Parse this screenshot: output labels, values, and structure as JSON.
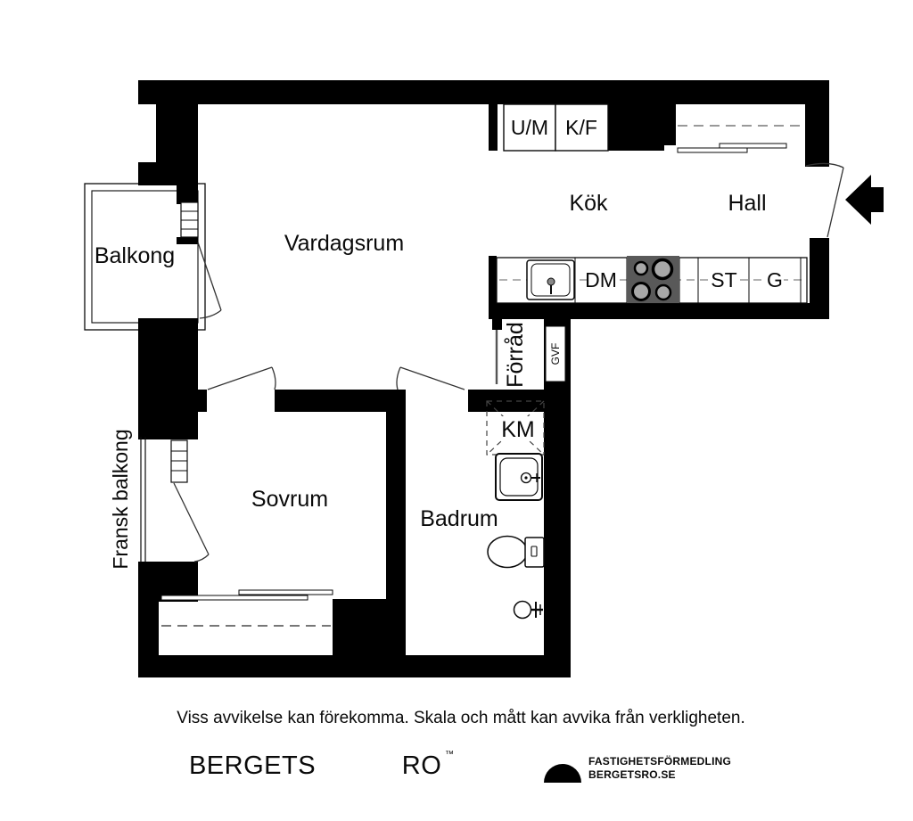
{
  "floor_plan": {
    "rooms": {
      "living_room": "Vardagsrum",
      "kitchen": "Kök",
      "hall": "Hall",
      "bedroom": "Sovrum",
      "bathroom": "Badrum",
      "storage": "Förråd",
      "balcony": "Balkong",
      "french_balcony": "Fransk balkong"
    },
    "labels": {
      "washer_micro": "U/M",
      "fridge_freezer": "K/F",
      "dishwasher": "DM",
      "stove_unit": "ST",
      "wardrobe_unit": "G",
      "washing_machine": "KM",
      "vent_shaft": "GVF"
    },
    "colors": {
      "wall": "#000000",
      "stove": "#595959",
      "burner": "#a8a8a8",
      "background": "#ffffff"
    }
  },
  "footer": {
    "disclaimer": "Viss avvikelse kan förekomma. Skala och mått kan avvika från verkligheten.",
    "brand_word1": "BERGETS",
    "brand_word2": "RO",
    "trademark": "™",
    "agency_line1": "FASTIGHETSFÖRMEDLING",
    "agency_line2": "BERGETSRO.SE"
  }
}
